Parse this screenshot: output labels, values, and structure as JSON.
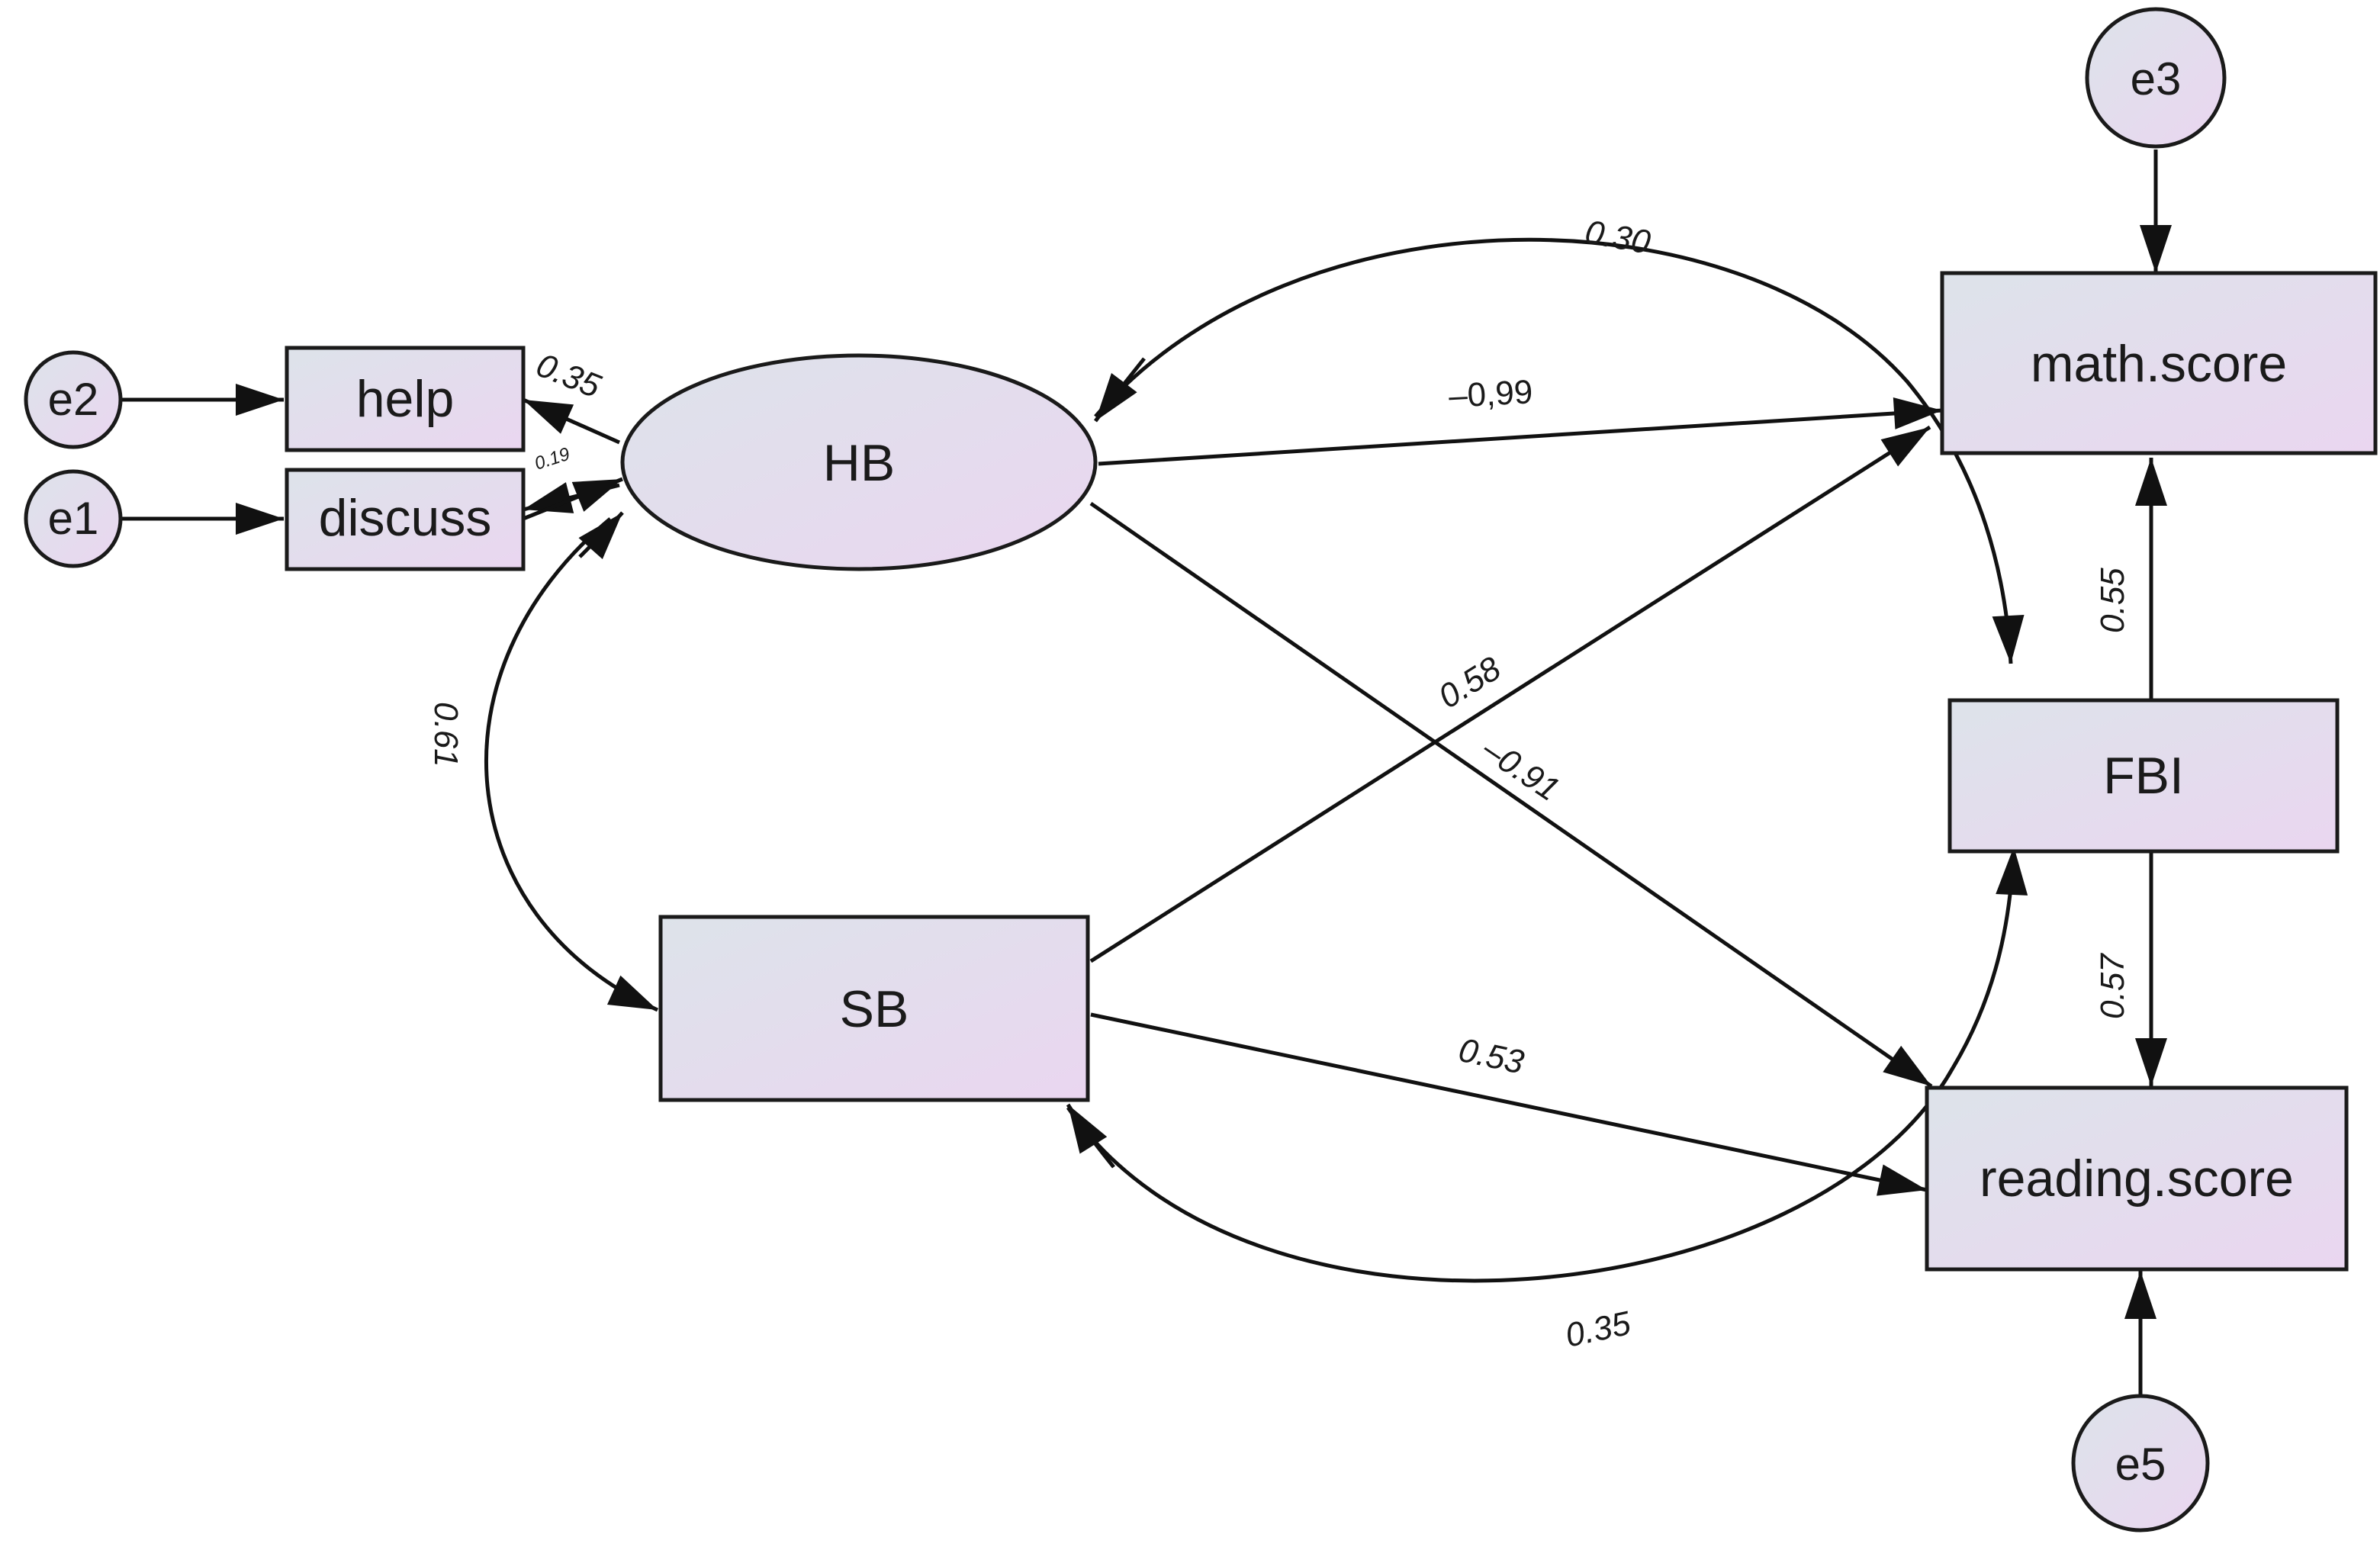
{
  "colors": {
    "node_fill_start": "#dde3ea",
    "node_fill_end": "#ead6f0",
    "stroke": "#1a1a1a"
  },
  "nodes": {
    "e2": "e2",
    "e1": "e1",
    "e3": "e3",
    "e5": "e5",
    "help": "help",
    "discuss": "discuss",
    "hb": "HB",
    "sb": "SB",
    "math_score": "math.score",
    "fbi": "FBI",
    "reading_score": "reading.score"
  },
  "coefficients": {
    "hb_help": "0.35",
    "hb_discuss": "0.19",
    "hb_fbi_cov": "0.30",
    "hb_math": "–0,99",
    "sb_math": "0.58",
    "hb_reading": "–0.91",
    "hb_sb_cov": "0.61",
    "sb_reading": "0.53",
    "sb_fbi_cov": "0.35",
    "fbi_math": "0.55",
    "fbi_reading": "0.57"
  }
}
